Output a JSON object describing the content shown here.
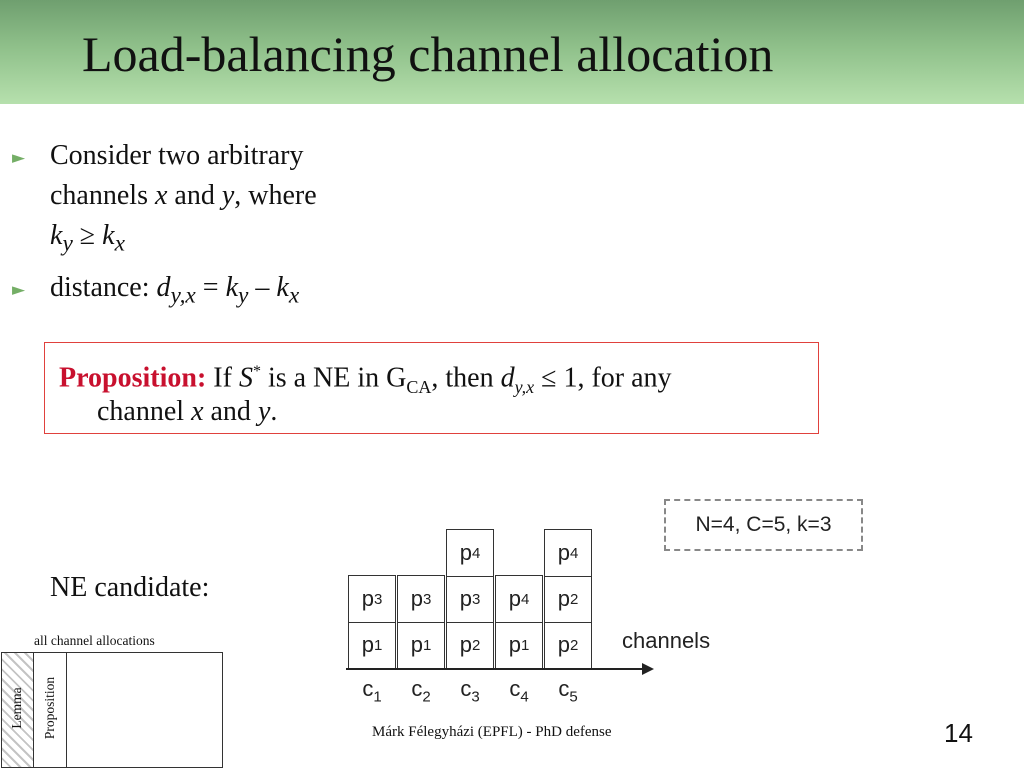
{
  "slide": {
    "title": "Load-balancing channel allocation",
    "bullet_glyph": "►",
    "bullets": [
      {
        "line1": "Consider two arbitrary",
        "line2_a": "channels ",
        "line2_x": "x",
        "line2_b": " and ",
        "line2_y": "y",
        "line2_c": ", where",
        "line3_k1": "k",
        "line3_sub1": "y",
        "line3_op": " ≥ ",
        "line3_k2": "k",
        "line3_sub2": "x"
      },
      {
        "prefix": "distance: ",
        "d": "d",
        "d_sub": "y,x",
        "eq": " = ",
        "k1": "k",
        "k1_sub": "y",
        "minus": " – ",
        "k2": "k",
        "k2_sub": "x"
      }
    ],
    "proposition": {
      "label": "Proposition:",
      "t1": " If ",
      "s": "S",
      "s_sup": "*",
      "t2": " is a NE in G",
      "g_sub": "CA",
      "t3": ", then ",
      "d": "d",
      "d_sub": "y,x",
      "t4": " ≤ 1, for any",
      "line2_a": "channel ",
      "line2_x": "x",
      "line2_b": " and ",
      "line2_y": "y",
      "line2_c": "."
    },
    "ne_candidate": "NE candidate:",
    "params": "N=4, C=5, k=3",
    "grid": {
      "letter": "p",
      "rows": [
        [
          "1",
          "1",
          "2",
          "1",
          "2"
        ],
        [
          "3",
          "3",
          "3",
          "4",
          "2"
        ],
        [
          "",
          "",
          "4",
          "",
          "4"
        ]
      ]
    },
    "axis_label": "channels",
    "channels": {
      "letter": "c",
      "subs": [
        "1",
        "2",
        "3",
        "4",
        "5"
      ]
    },
    "diagram": {
      "caption": "all channel allocations",
      "lemma": "Lemma",
      "proposition": "Proposition"
    },
    "footer": "Márk Félegyházi (EPFL) - PhD defense",
    "page_number": "14"
  }
}
